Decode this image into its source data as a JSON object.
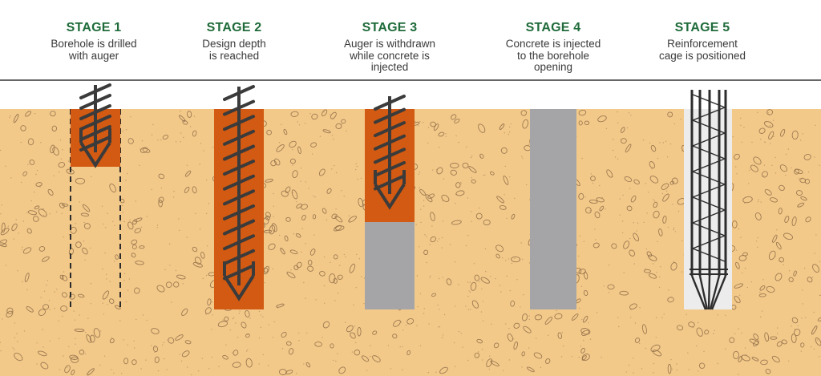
{
  "colors": {
    "soil": "#f3c98a",
    "soil_dots": "#b99160",
    "pebble_stroke": "#8e6c47",
    "auger_fill": "#d25a12",
    "auger_stroke": "#3b3b3b",
    "concrete": "#a5a5a7",
    "cage_fill": "#ececec",
    "ground_line": "#333333",
    "title_green": "#1f6b3a"
  },
  "stages": [
    {
      "title": "STAGE 1",
      "description": "Borehole is drilled\nwith auger",
      "icon": "auger-drilling"
    },
    {
      "title": "STAGE 2",
      "description": "Design depth\nis reached",
      "icon": "auger-full-depth"
    },
    {
      "title": "STAGE 3",
      "description": "Auger is withdrawn\nwhile concrete is\ninjected",
      "icon": "auger-withdrawn-concrete"
    },
    {
      "title": "STAGE 4",
      "description": "Concrete is injected\nto the borehole\nopening",
      "icon": "concrete-pile"
    },
    {
      "title": "STAGE 5",
      "description": "Reinforcement\ncage is positioned",
      "icon": "reinforcement-cage"
    }
  ]
}
